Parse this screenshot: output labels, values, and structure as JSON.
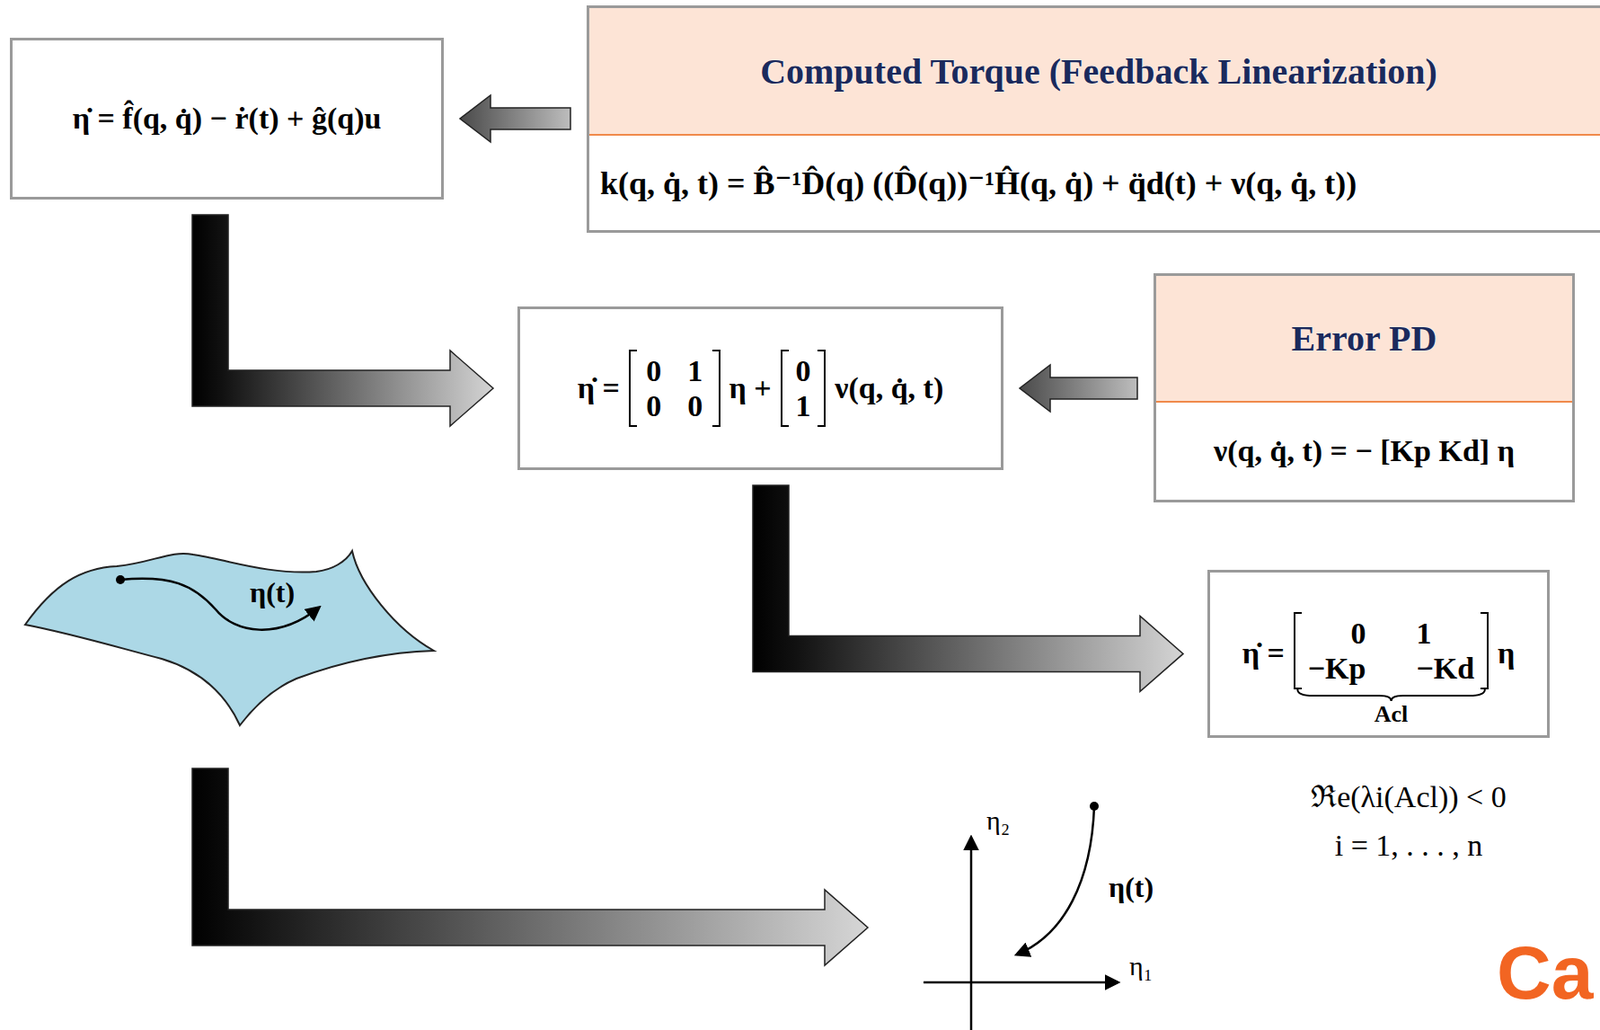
{
  "diagram": {
    "nodes": [
      {
        "text": [
          "η̇ = f̂(q, q̇) − ṙ(t) + ĝ(q)u"
        ]
      },
      {
        "text": [
          "Computed Torque (Feedback Linearization)",
          "k(q, q̇, t) = B̂⁻¹D̂(q) ((D̂(q))⁻¹Ĥ(q, q̇) + q̈d(t) + ν(q, q̇, t))"
        ]
      },
      {
        "text": [
          "η̇ =",
          "0 1 0 0",
          "η +",
          "0 1",
          "ν(q, q̇, t)"
        ]
      },
      {
        "text": [
          "Error PD",
          "ν(q, q̇, t) = − [Kp Kd] η"
        ]
      },
      {
        "text": [
          "η̇ =",
          "0 1 −Kp −Kd",
          "Acl",
          "η"
        ]
      }
    ],
    "edges": [
      {
        "from": 1,
        "to": 0,
        "arrow": "to"
      },
      {
        "from": 0,
        "to": 2,
        "arrow": "to"
      },
      {
        "from": 3,
        "to": 2,
        "arrow": "to"
      },
      {
        "from": 2,
        "to": 4,
        "arrow": "to"
      }
    ],
    "labels": [
      "η(t)",
      "ℜe(λi(Acl)) < 0",
      "η₂",
      "i = 1, . . . , n",
      "η(t)",
      "η₁",
      "Ca"
    ]
  }
}
